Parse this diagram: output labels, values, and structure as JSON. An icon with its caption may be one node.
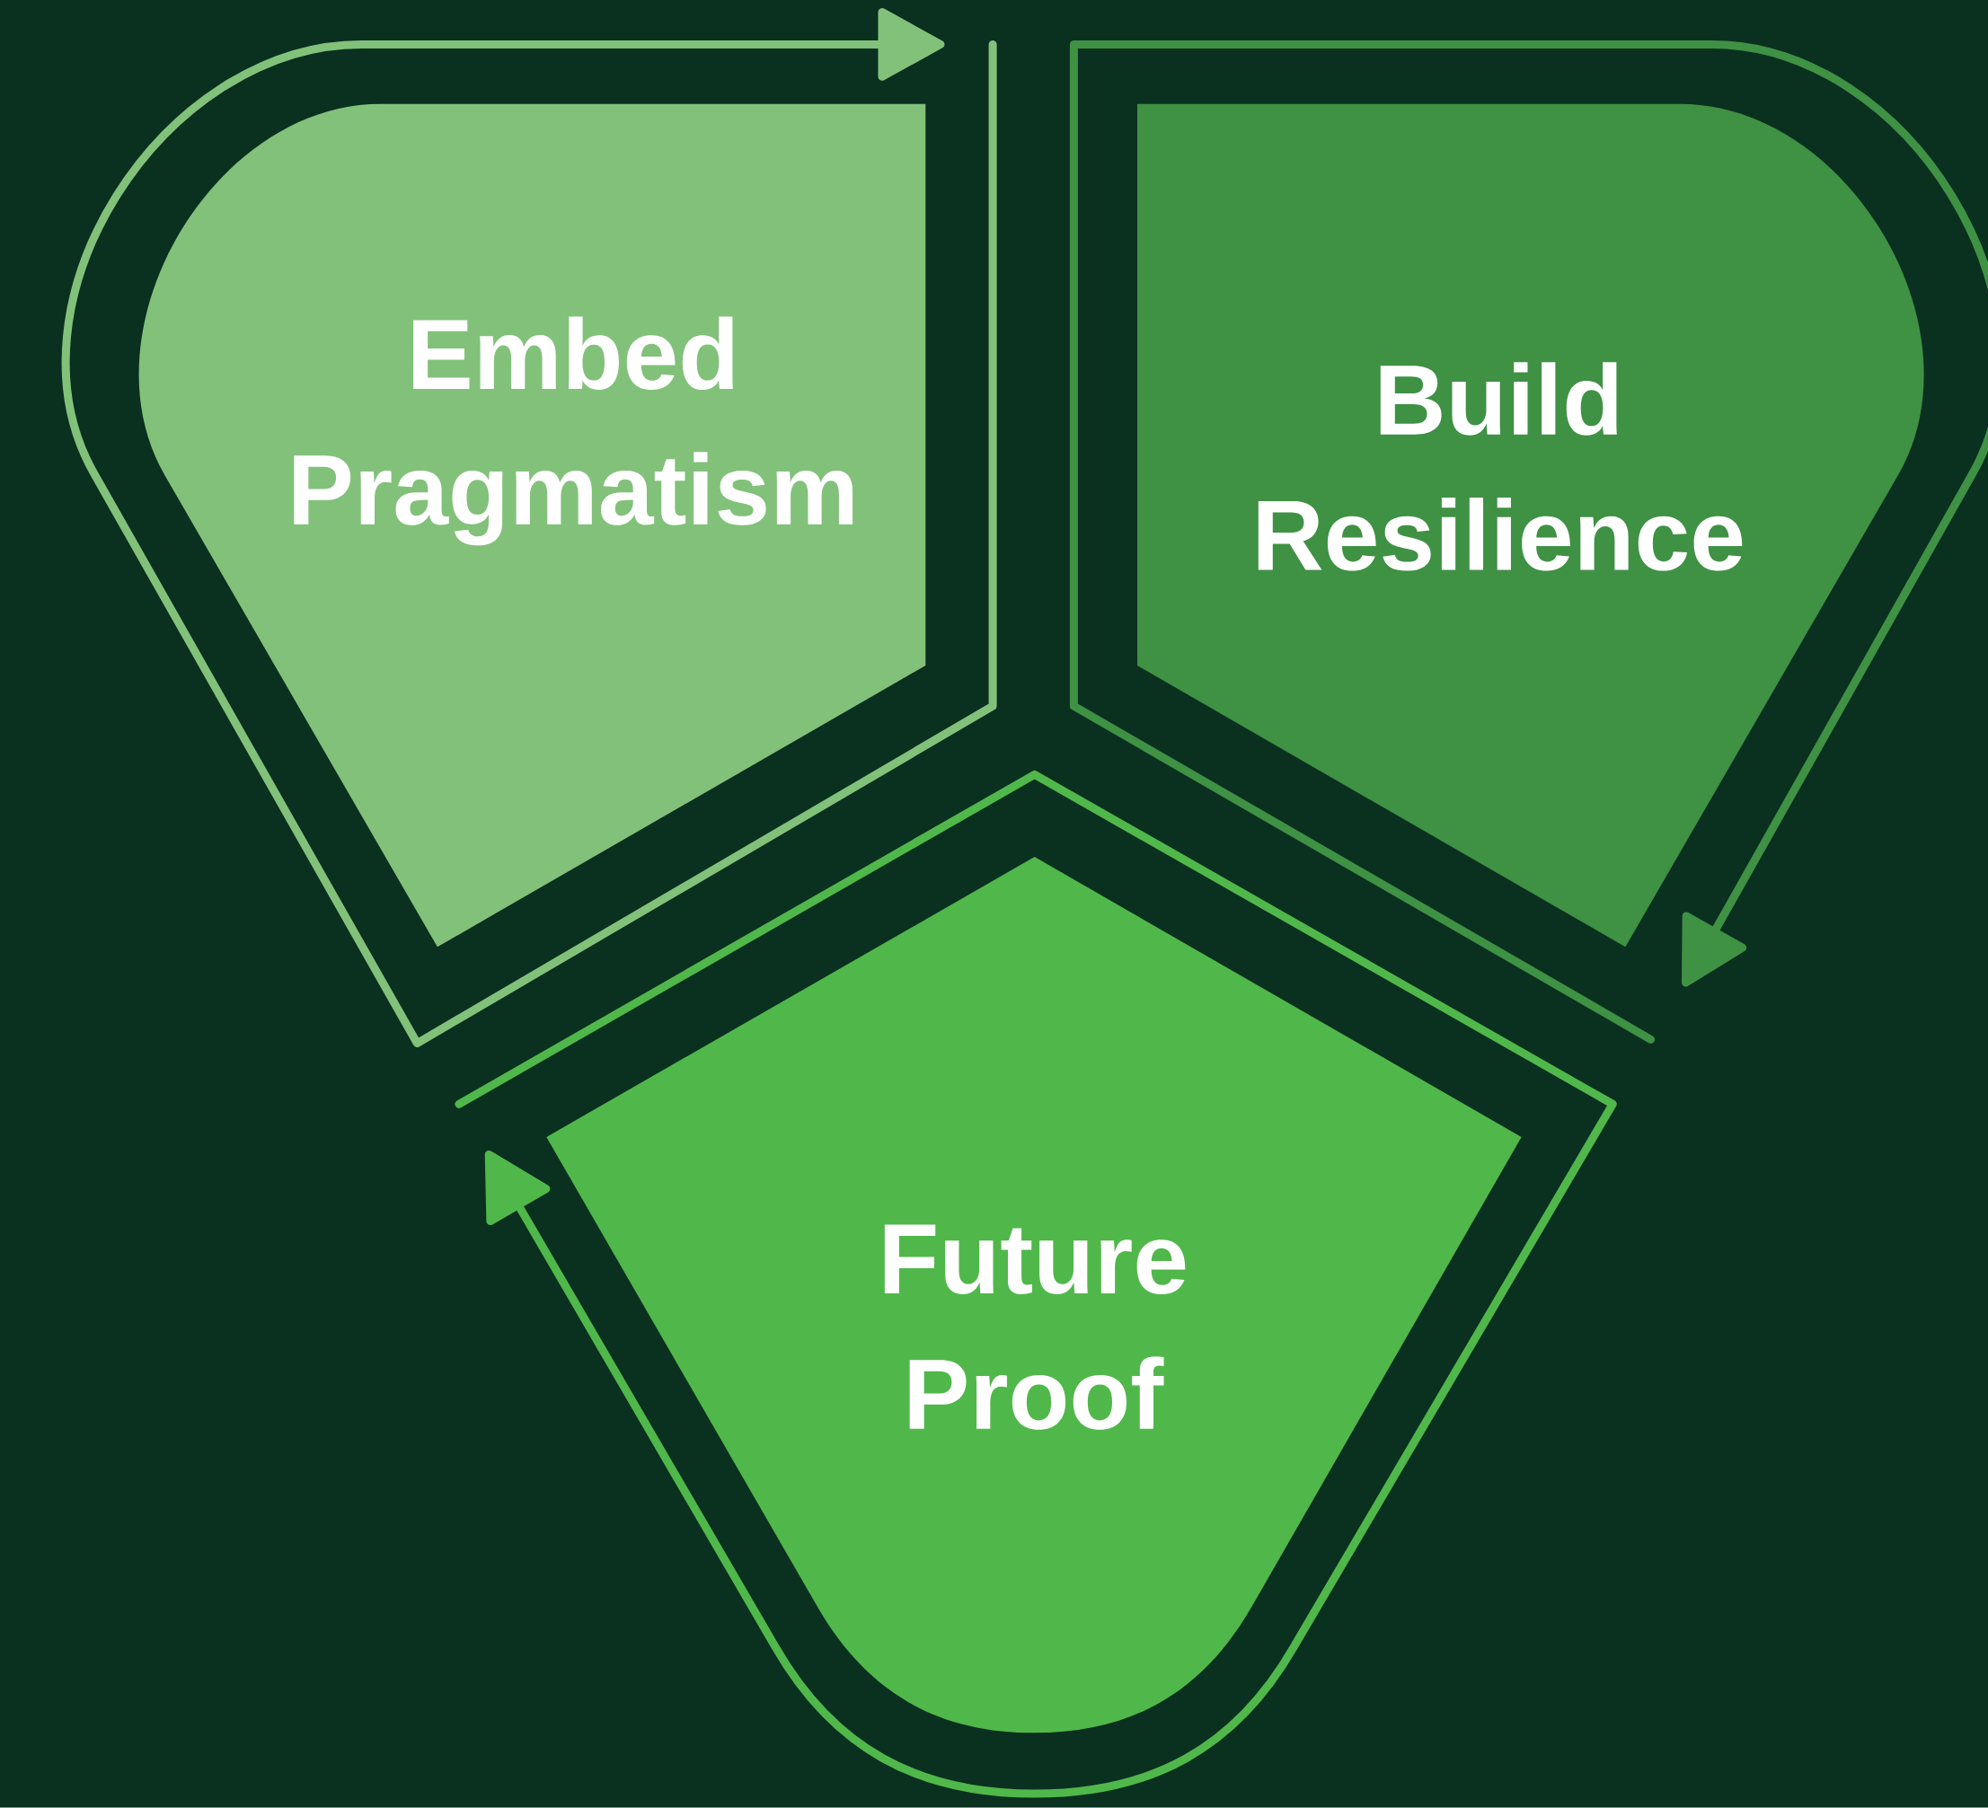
{
  "diagram": {
    "nodes": [
      {
        "text": [
          "Embed Pragmatism"
        ]
      },
      {
        "text": [
          "Build Resilience"
        ]
      },
      {
        "text": [
          "Future Proof"
        ]
      }
    ]
  }
}
